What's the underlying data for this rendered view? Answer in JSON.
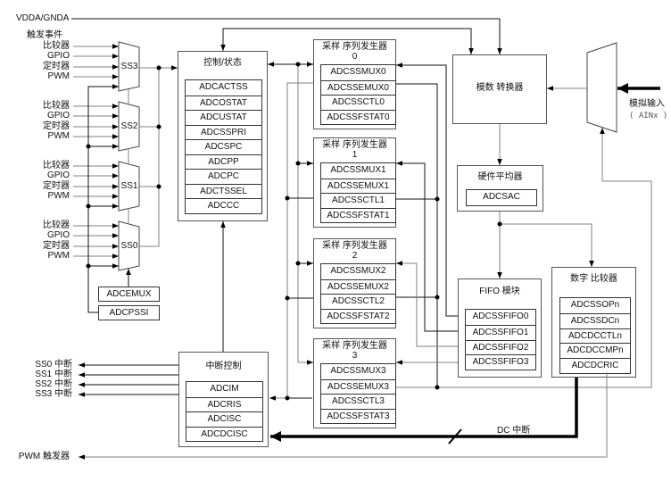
{
  "diagram": {
    "power_label": "VDDA/GNDA",
    "trigger_events_label": "触发事件",
    "trigger_inputs": [
      "比较器",
      "GPIO",
      "定时器",
      "PWM"
    ],
    "muxes": [
      "SS3",
      "SS2",
      "SS1",
      "SS0"
    ],
    "adcemux": "ADCEMUX",
    "adcpssi": "ADCPSSI",
    "control_status": {
      "title": "控制/状态",
      "registers": [
        "ADCACTSS",
        "ADCOSTAT",
        "ADCUSTAT",
        "ADCSSPRI",
        "ADCSPC",
        "ADCPP",
        "ADCPC",
        "ADCTSSEL",
        "ADCCC"
      ]
    },
    "sequencers": [
      {
        "title": "采样 序列发生器",
        "index": "0",
        "registers": [
          "ADCSSMUX0",
          "ADCSSEMUX0",
          "ADCSSCTL0",
          "ADCSSFSTAT0"
        ]
      },
      {
        "title": "采样 序列发生器",
        "index": "1",
        "registers": [
          "ADCSSMUX1",
          "ADCSSEMUX1",
          "ADCSSCTL1",
          "ADCSSFSTAT1"
        ]
      },
      {
        "title": "采样 序列发生器",
        "index": "2",
        "registers": [
          "ADCSSMUX2",
          "ADCSSEMUX2",
          "ADCSSCTL2",
          "ADCSSFSTAT2"
        ]
      },
      {
        "title": "采样 序列发生器",
        "index": "3",
        "registers": [
          "ADCSSMUX3",
          "ADCSSEMUX3",
          "ADCSSCTL3",
          "ADCSSFSTAT3"
        ]
      }
    ],
    "adc": {
      "title": "模数 转换器"
    },
    "averager": {
      "title": "硬件平均器",
      "registers": [
        "ADCSAC"
      ]
    },
    "fifo": {
      "title": "FIFO 模块",
      "registers": [
        "ADCSSFIFO0",
        "ADCSSFIFO1",
        "ADCSSFIFO2",
        "ADCSSFIFO3"
      ]
    },
    "comparator": {
      "title": "数字 比较器",
      "registers": [
        "ADCSSOPn",
        "ADCSSDCn",
        "ADCDCCTLn",
        "ADCDCCMPn",
        "ADCDCRIC"
      ]
    },
    "interrupt": {
      "title": "中断控制",
      "registers": [
        "ADCIM",
        "ADCRIS",
        "ADCISC",
        "ADCDCISC"
      ]
    },
    "interrupt_outputs": [
      "SS0 中断",
      "SS1 中断",
      "SS2 中断",
      "SS3 中断"
    ],
    "pwm_trigger": "PWM 触发器",
    "dc_interrupt": "DC 中断",
    "analog_input": {
      "label": "模拟输入",
      "pin": "( AINx )"
    },
    "colors": {
      "line": "#333333",
      "line_gray": "#808080",
      "border": "#555555"
    }
  }
}
